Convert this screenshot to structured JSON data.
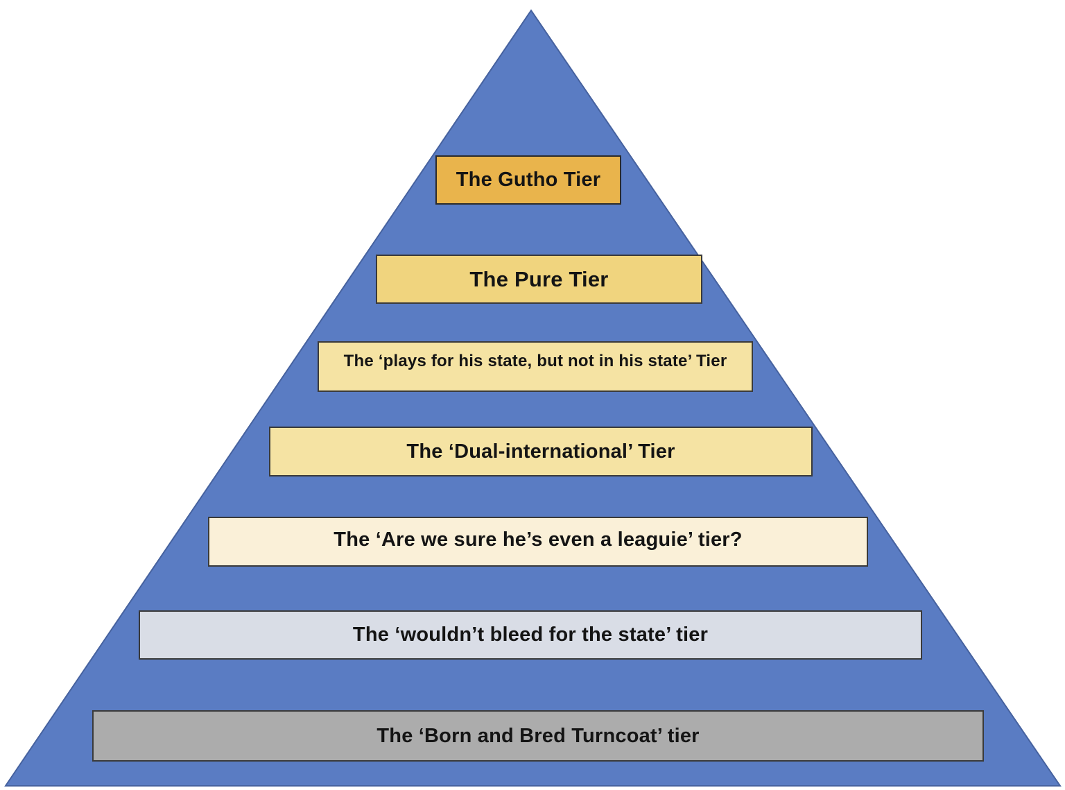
{
  "pyramid": {
    "shape": "triangle",
    "fill": "#5A7CC3",
    "border": "#46629F",
    "tiers": [
      {
        "rank": 1,
        "label": "The Gutho Tier",
        "fill": "#E9B44C"
      },
      {
        "rank": 2,
        "label": "The Pure Tier",
        "fill": "#F0D47E"
      },
      {
        "rank": 3,
        "label": "The ‘plays for his state, but not in his state’ Tier",
        "fill": "#F5E3A3"
      },
      {
        "rank": 4,
        "label": "The ‘Dual-international’ Tier",
        "fill": "#F5E3A3"
      },
      {
        "rank": 5,
        "label": "The ‘Are we sure he’s even a leaguie’ tier?",
        "fill": "#FAF0D8"
      },
      {
        "rank": 6,
        "label": "The ‘wouldn’t bleed for the state’ tier",
        "fill": "#D9DDE6"
      },
      {
        "rank": 7,
        "label": "The ‘Born and Bred Turncoat’ tier",
        "fill": "#ACACAC"
      }
    ]
  }
}
